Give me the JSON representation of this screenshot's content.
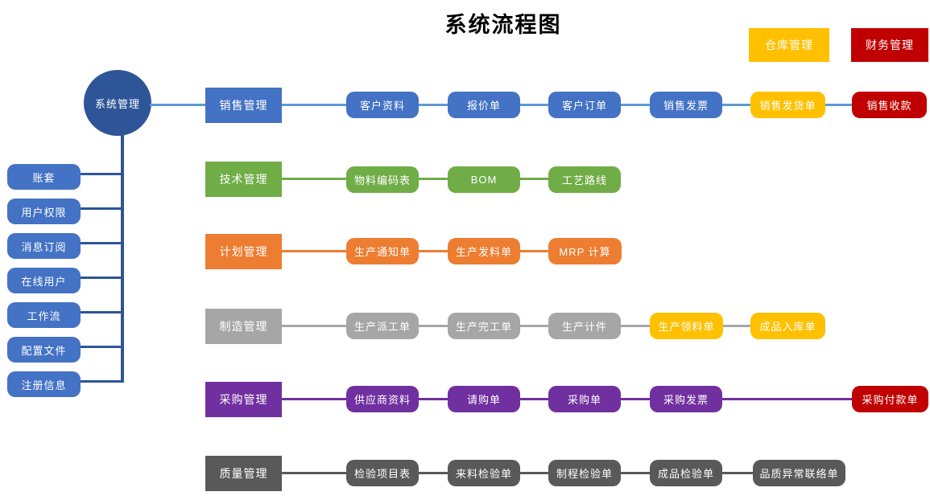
{
  "title": "系统流程图",
  "root": {
    "label": "系统管理"
  },
  "top_right": [
    {
      "label": "仓库管理",
      "color": "#FFC000"
    },
    {
      "label": "财务管理",
      "color": "#C00000"
    }
  ],
  "sidebar": {
    "items": [
      {
        "label": "账套"
      },
      {
        "label": "用户权限"
      },
      {
        "label": "消息订阅"
      },
      {
        "label": "在线用户"
      },
      {
        "label": "工作流"
      },
      {
        "label": "配置文件"
      },
      {
        "label": "注册信息"
      }
    ]
  },
  "rows": [
    {
      "category": "销售管理",
      "theme": "blue",
      "items": [
        {
          "label": "客户资料",
          "color": "blue"
        },
        {
          "label": "报价单",
          "color": "blue"
        },
        {
          "label": "客户订单",
          "color": "blue"
        },
        {
          "label": "销售发票",
          "color": "blue"
        },
        {
          "label": "销售发货单",
          "color": "yellow"
        },
        {
          "label": "销售收款",
          "color": "red"
        }
      ]
    },
    {
      "category": "技术管理",
      "theme": "green",
      "items": [
        {
          "label": "物料编码表",
          "color": "green"
        },
        {
          "label": "BOM",
          "color": "green"
        },
        {
          "label": "工艺路线",
          "color": "green"
        }
      ]
    },
    {
      "category": "计划管理",
      "theme": "orange",
      "items": [
        {
          "label": "生产通知单",
          "color": "orange"
        },
        {
          "label": "生产发料单",
          "color": "orange"
        },
        {
          "label": "MRP 计算",
          "color": "orange"
        }
      ]
    },
    {
      "category": "制造管理",
      "theme": "gray",
      "items": [
        {
          "label": "生产派工单",
          "color": "gray"
        },
        {
          "label": "生产完工单",
          "color": "gray"
        },
        {
          "label": "生产计件",
          "color": "gray"
        },
        {
          "label": "生产领料单",
          "color": "yellow"
        },
        {
          "label": "成品入库单",
          "color": "yellow"
        }
      ]
    },
    {
      "category": "采购管理",
      "theme": "purple",
      "items": [
        {
          "label": "供应商资料",
          "color": "purple"
        },
        {
          "label": "请购单",
          "color": "purple"
        },
        {
          "label": "采购单",
          "color": "purple"
        },
        {
          "label": "采购发票",
          "color": "purple"
        },
        {
          "label": "采购付款单",
          "color": "red"
        }
      ]
    },
    {
      "category": "质量管理",
      "theme": "darkgray",
      "items": [
        {
          "label": "检验项目表",
          "color": "darkgray"
        },
        {
          "label": "来料检验单",
          "color": "darkgray"
        },
        {
          "label": "制程检验单",
          "color": "darkgray"
        },
        {
          "label": "成品检验单",
          "color": "darkgray"
        },
        {
          "label": "品质异常联络单",
          "color": "darkgray"
        }
      ]
    }
  ],
  "colors": {
    "node_blue": "#4472C4",
    "node_navy": "#2E5597",
    "node_green": "#70AD47",
    "node_orange": "#ED7D31",
    "node_gray": "#A6A6A6",
    "node_dark_gray": "#595959",
    "node_purple": "#7030A0",
    "node_yellow": "#FFC000",
    "node_red": "#C00000",
    "line_blue": "#5B9BD5",
    "text_on_node": "#FFFFFF",
    "title_text": "#000000"
  }
}
